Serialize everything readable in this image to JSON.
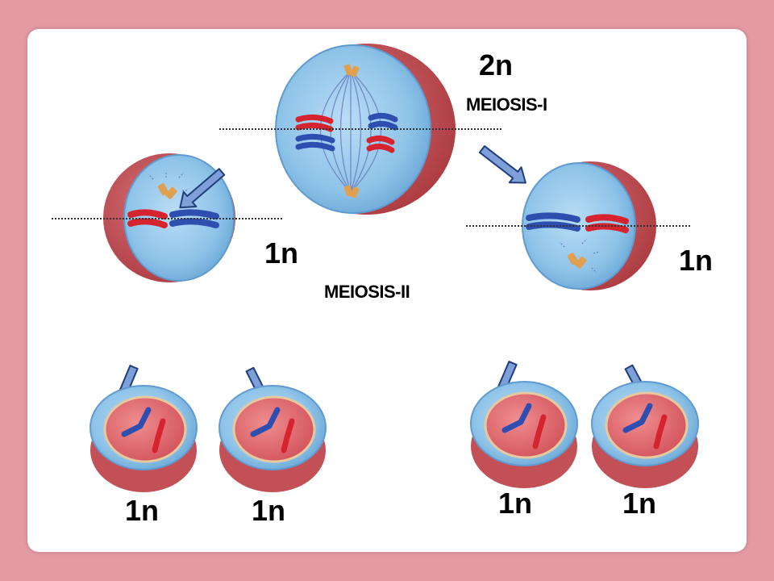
{
  "labels": {
    "ploidy_parent": "2n",
    "phase_1": "MEIOSIS-I",
    "phase_2": "MEIOSIS-II",
    "ploidy_left_daughter": "1n",
    "ploidy_right_daughter": "1n",
    "ploidy_gamete_1": "1n",
    "ploidy_gamete_2": "1n",
    "ploidy_gamete_3": "1n",
    "ploidy_gamete_4": "1n"
  },
  "colors": {
    "background": "#e39aa3",
    "slide": "#ffffff",
    "cell_cytoplasm": "#8ec3e8",
    "cell_membrane": "#c2555a",
    "chromosome_red": "#d6242f",
    "chromosome_blue": "#2e4fb0",
    "centrosome": "#e0a050",
    "arrow_fill": "#7f9fd8",
    "arrow_stroke": "#1f3f7a"
  }
}
